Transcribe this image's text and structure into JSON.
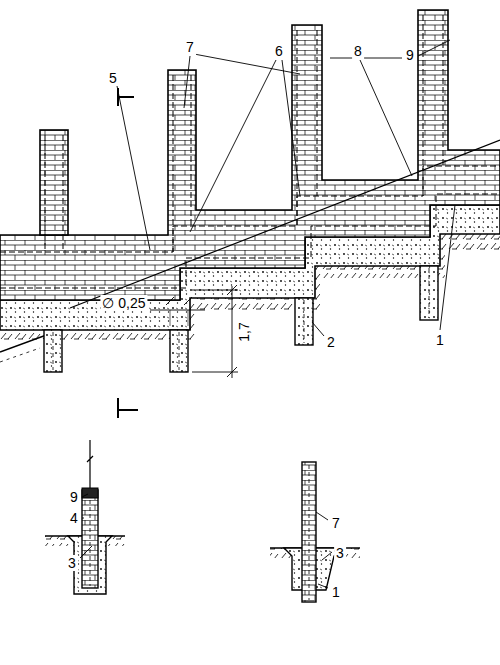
{
  "diagram": {
    "labels": [
      "7",
      "6",
      "5",
      "8",
      "9",
      "∅ 0,25",
      "1,7",
      "2",
      "1",
      "9",
      "4",
      "3",
      "7",
      "3",
      "1"
    ]
  }
}
